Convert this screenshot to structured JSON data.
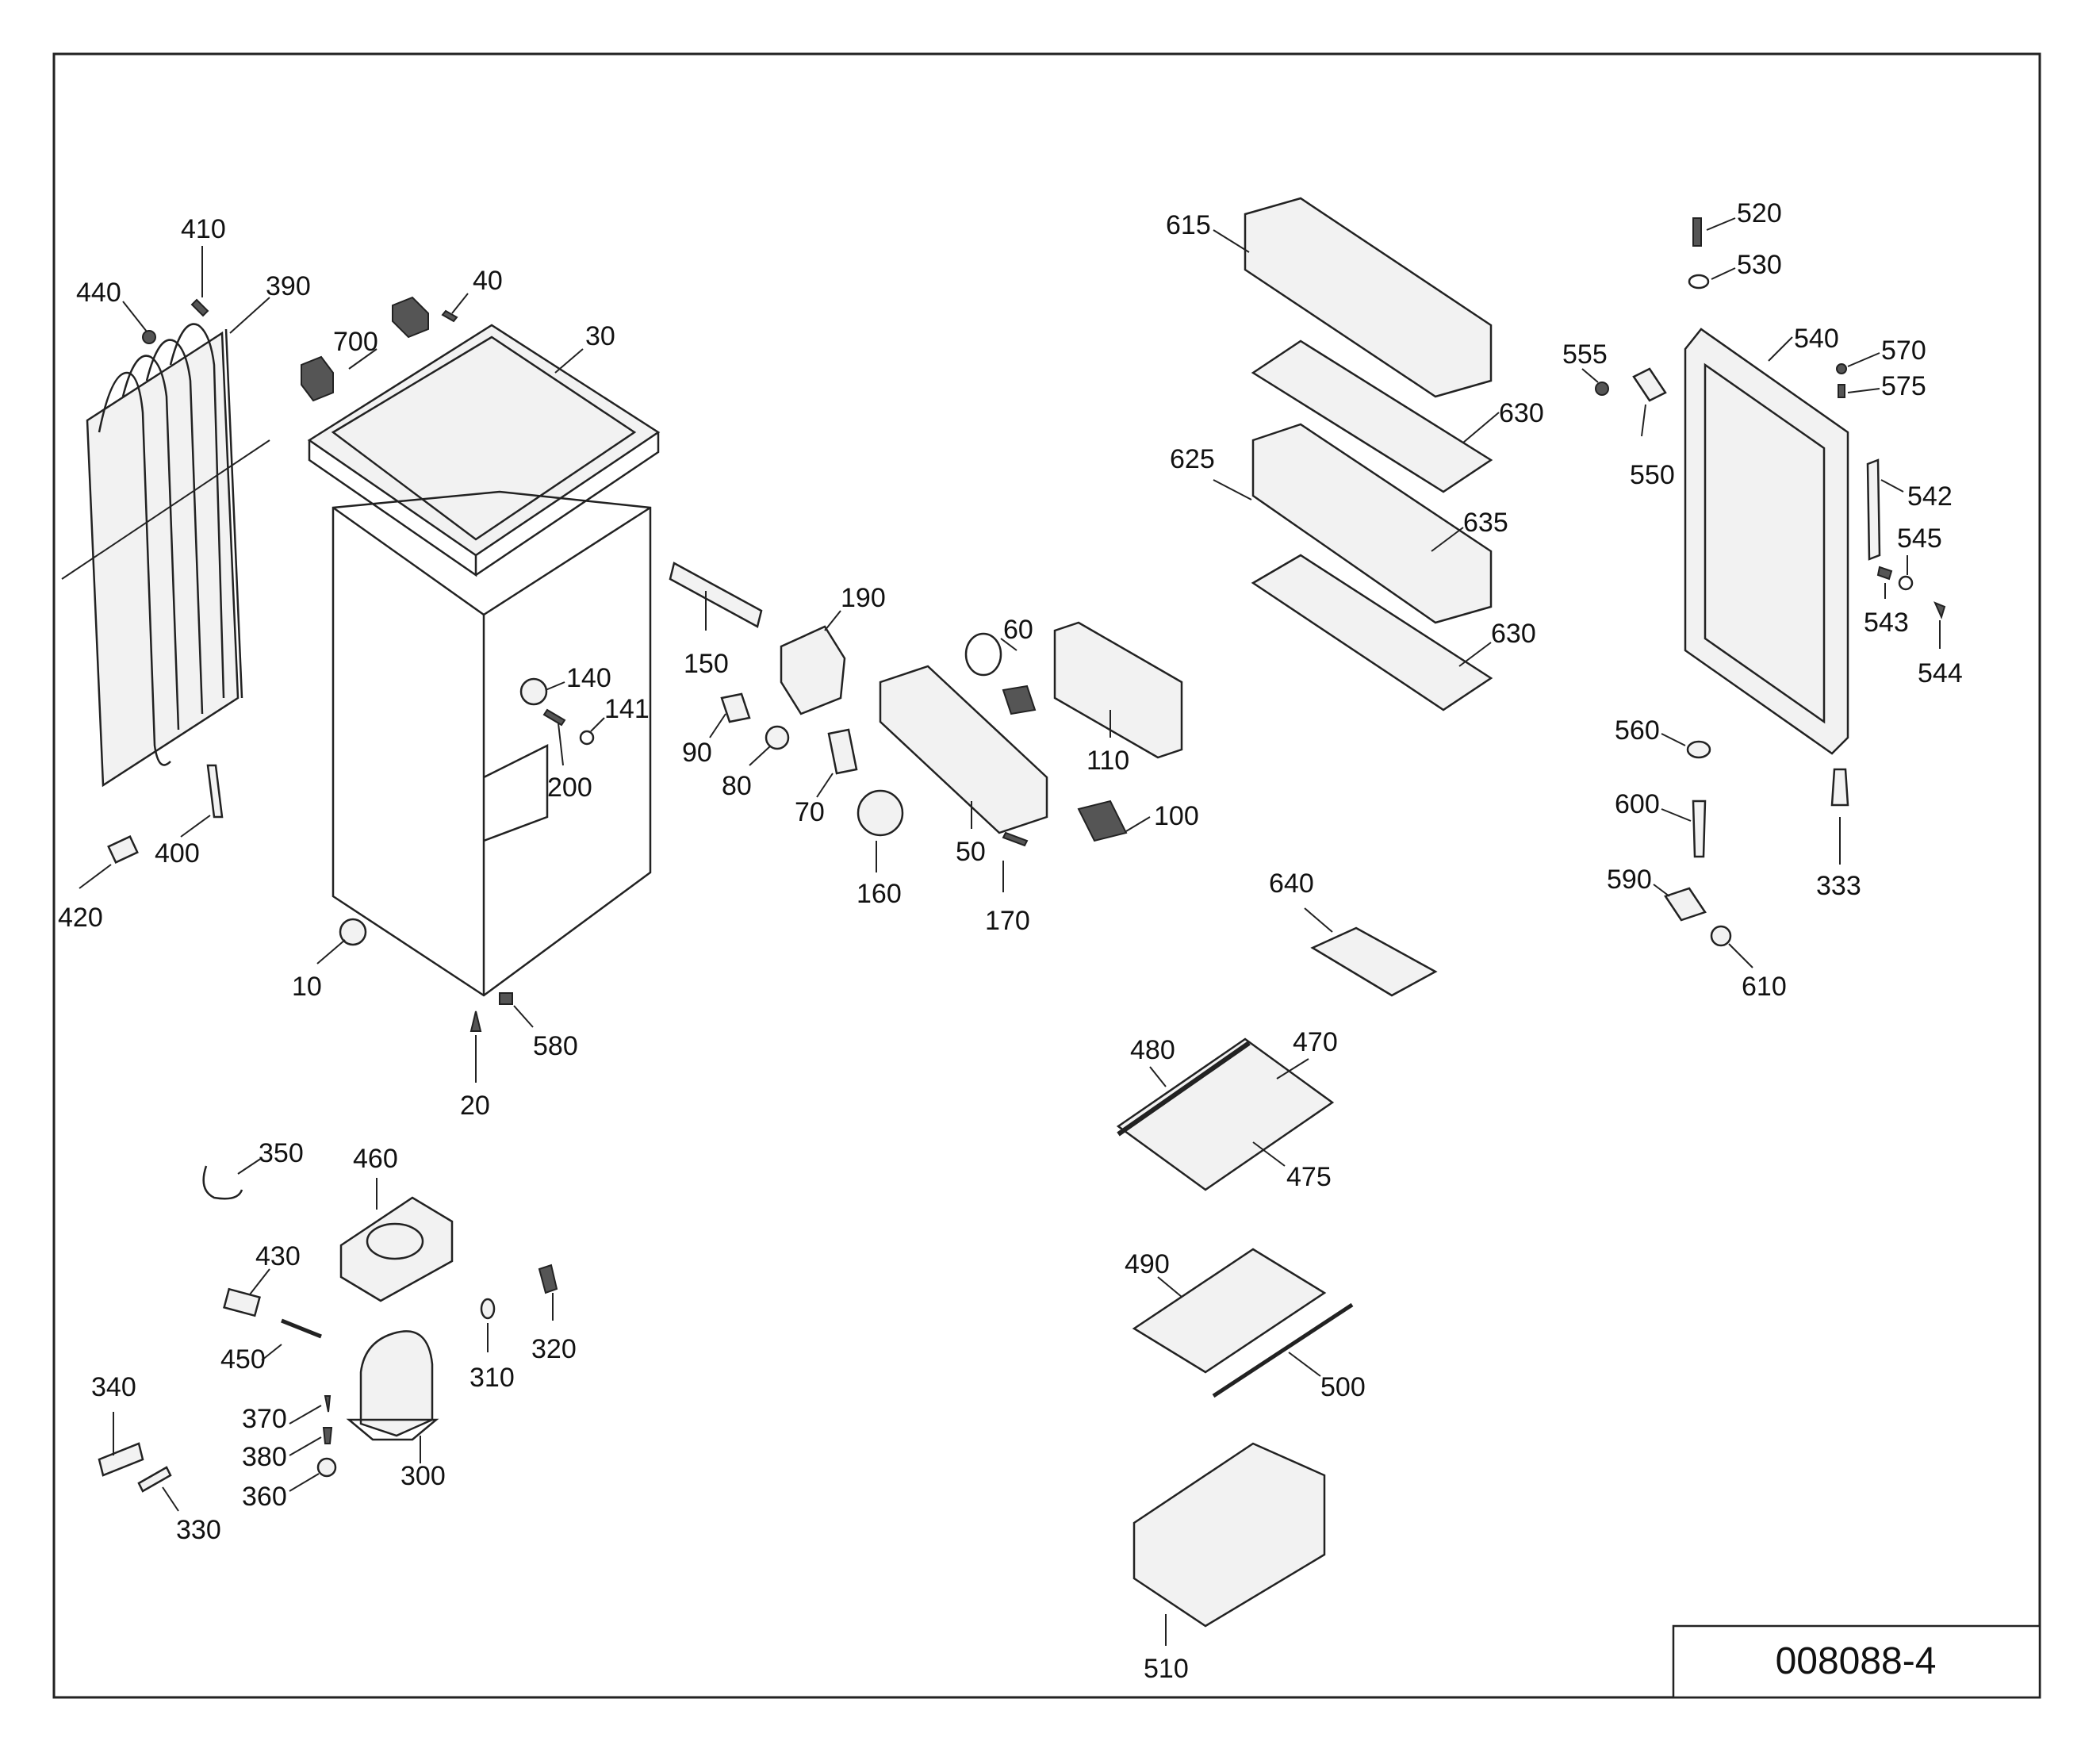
{
  "drawing_number": "008088-4",
  "callouts": [
    {
      "id": "c10",
      "text": "10"
    },
    {
      "id": "c20",
      "text": "20"
    },
    {
      "id": "c30",
      "text": "30"
    },
    {
      "id": "c40",
      "text": "40"
    },
    {
      "id": "c50",
      "text": "50"
    },
    {
      "id": "c60",
      "text": "60"
    },
    {
      "id": "c70",
      "text": "70"
    },
    {
      "id": "c80",
      "text": "80"
    },
    {
      "id": "c90",
      "text": "90"
    },
    {
      "id": "c100",
      "text": "100"
    },
    {
      "id": "c110",
      "text": "110"
    },
    {
      "id": "c140",
      "text": "140"
    },
    {
      "id": "c141",
      "text": "141"
    },
    {
      "id": "c150",
      "text": "150"
    },
    {
      "id": "c160",
      "text": "160"
    },
    {
      "id": "c170",
      "text": "170"
    },
    {
      "id": "c190",
      "text": "190"
    },
    {
      "id": "c200",
      "text": "200"
    },
    {
      "id": "c300",
      "text": "300"
    },
    {
      "id": "c310",
      "text": "310"
    },
    {
      "id": "c320",
      "text": "320"
    },
    {
      "id": "c330",
      "text": "330"
    },
    {
      "id": "c333",
      "text": "333"
    },
    {
      "id": "c340",
      "text": "340"
    },
    {
      "id": "c350",
      "text": "350"
    },
    {
      "id": "c360",
      "text": "360"
    },
    {
      "id": "c370",
      "text": "370"
    },
    {
      "id": "c380",
      "text": "380"
    },
    {
      "id": "c390",
      "text": "390"
    },
    {
      "id": "c400",
      "text": "400"
    },
    {
      "id": "c410",
      "text": "410"
    },
    {
      "id": "c420",
      "text": "420"
    },
    {
      "id": "c430",
      "text": "430"
    },
    {
      "id": "c440",
      "text": "440"
    },
    {
      "id": "c450",
      "text": "450"
    },
    {
      "id": "c460",
      "text": "460"
    },
    {
      "id": "c470",
      "text": "470"
    },
    {
      "id": "c475",
      "text": "475"
    },
    {
      "id": "c480",
      "text": "480"
    },
    {
      "id": "c490",
      "text": "490"
    },
    {
      "id": "c500",
      "text": "500"
    },
    {
      "id": "c510",
      "text": "510"
    },
    {
      "id": "c520",
      "text": "520"
    },
    {
      "id": "c530",
      "text": "530"
    },
    {
      "id": "c540",
      "text": "540"
    },
    {
      "id": "c542",
      "text": "542"
    },
    {
      "id": "c543",
      "text": "543"
    },
    {
      "id": "c544",
      "text": "544"
    },
    {
      "id": "c545",
      "text": "545"
    },
    {
      "id": "c550",
      "text": "550"
    },
    {
      "id": "c555",
      "text": "555"
    },
    {
      "id": "c560",
      "text": "560"
    },
    {
      "id": "c570",
      "text": "570"
    },
    {
      "id": "c575",
      "text": "575"
    },
    {
      "id": "c580",
      "text": "580"
    },
    {
      "id": "c590",
      "text": "590"
    },
    {
      "id": "c600",
      "text": "600"
    },
    {
      "id": "c610",
      "text": "610"
    },
    {
      "id": "c615",
      "text": "615"
    },
    {
      "id": "c625",
      "text": "625"
    },
    {
      "id": "c630a",
      "text": "630"
    },
    {
      "id": "c630b",
      "text": "630"
    },
    {
      "id": "c635",
      "text": "635"
    },
    {
      "id": "c640",
      "text": "640"
    },
    {
      "id": "c700",
      "text": "700"
    }
  ]
}
